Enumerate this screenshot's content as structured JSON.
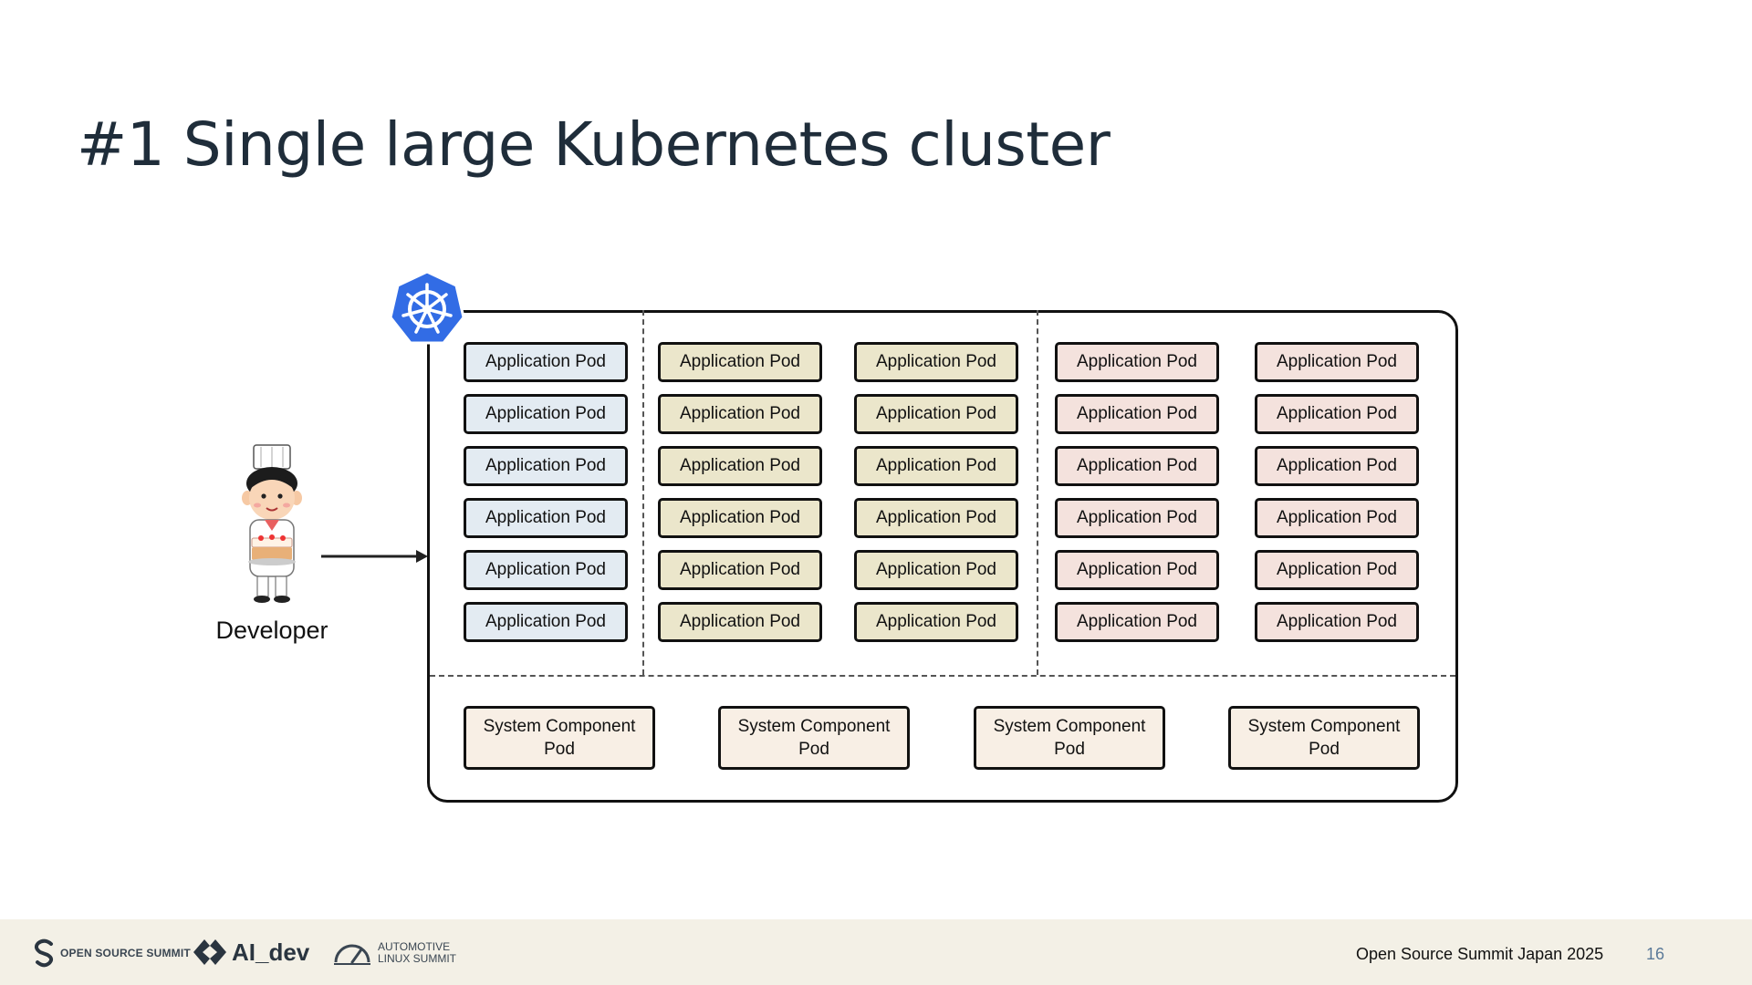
{
  "slide": {
    "title": "#1 Single large Kubernetes cluster",
    "developer_label": "Developer"
  },
  "diagram": {
    "app_pod_label": "Application Pod",
    "app_pod_columns": 5,
    "app_pod_rows": 6,
    "column_colors": [
      "#e3ebf2",
      "#ebe6cb",
      "#ebe6cb",
      "#f4e2dd",
      "#f4e2dd"
    ],
    "system_pods": [
      {
        "line1": "System Component",
        "line2": "Pod"
      },
      {
        "line1": "System Component",
        "line2": "Pod"
      },
      {
        "line1": "System Component",
        "line2": "Pod"
      },
      {
        "line1": "System Component",
        "line2": "Pod"
      }
    ],
    "icons": [
      "kubernetes-logo-icon",
      "developer-chef-icon",
      "arrow-right-icon"
    ],
    "accent_color": "#326ce5"
  },
  "footer": {
    "logos": [
      {
        "icon": "open-source-summit-logo",
        "text": "OPEN SOURCE SUMMIT"
      },
      {
        "icon": "ai-dev-logo",
        "text": "AI_dev"
      },
      {
        "icon": "automotive-linux-summit-logo",
        "line1": "AUTOMOTIVE",
        "line2": "LINUX SUMMIT"
      }
    ],
    "event_name": "Open Source Summit Japan 2025",
    "page_number": "16"
  }
}
